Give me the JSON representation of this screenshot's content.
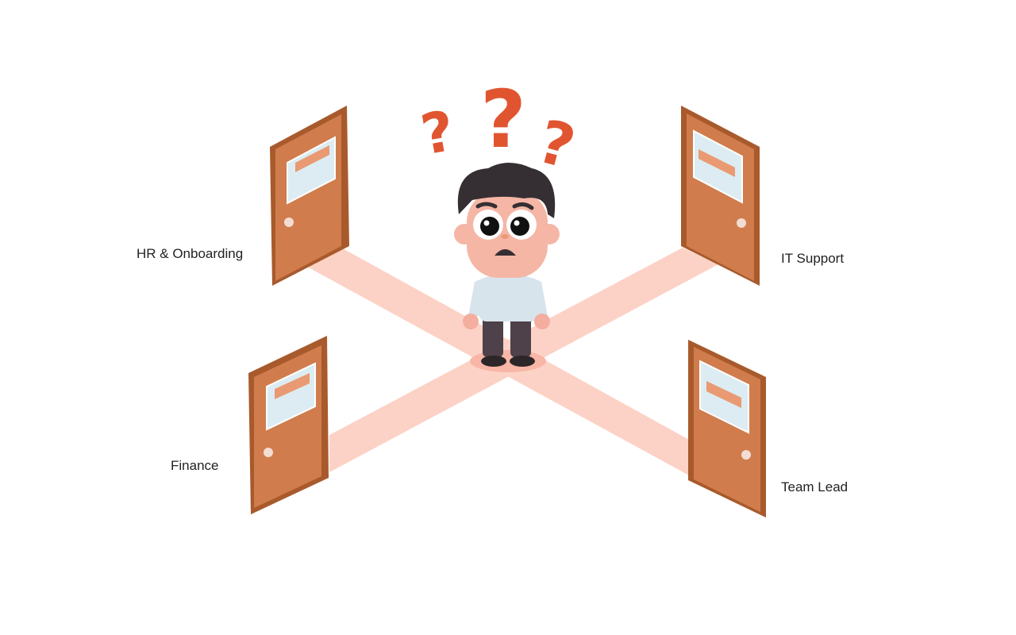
{
  "labels": {
    "hr": "HR & Onboarding",
    "it": "IT Support",
    "finance": "Finance",
    "team_lead": "Team Lead"
  },
  "colors": {
    "door": "#d07c4c",
    "door_frame": "#a85a2c",
    "path": "#fcd2c6",
    "question_mark": "#e05530",
    "hair": "#352f33",
    "skin": "#f5b6a6",
    "shirt": "#d8e4ec",
    "pants": "#4e4149"
  },
  "icons": [
    "door-icon",
    "question-mark-icon",
    "confused-person-illustration"
  ]
}
